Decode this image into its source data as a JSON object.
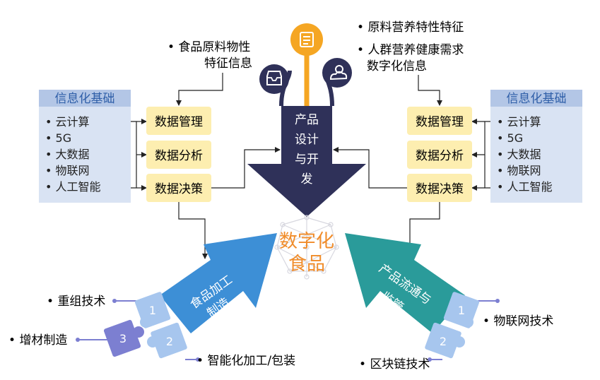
{
  "left_panel": {
    "title": "信息化基础",
    "items": [
      "云计算",
      "5G",
      "大数据",
      "物联网",
      "人工智能"
    ]
  },
  "right_panel": {
    "title": "信息化基础",
    "items": [
      "云计算",
      "5G",
      "大数据",
      "物联网",
      "人工智能"
    ]
  },
  "left_data_boxes": [
    "数据管理",
    "数据分析",
    "数据决策"
  ],
  "right_data_boxes": [
    "数据管理",
    "数据分析",
    "数据决策"
  ],
  "top_left_note": {
    "line1": "食品原料物性",
    "line2": "特征信息"
  },
  "top_right_notes": [
    {
      "line1": "原料营养特性特征",
      "line2": ""
    },
    {
      "line1": "人群营养健康需求",
      "line2": "数字化信息"
    }
  ],
  "center_arrow": {
    "lines": [
      "产品",
      "设计",
      "与开",
      "发"
    ]
  },
  "center_label": {
    "line1": "数字化",
    "line2": "食品"
  },
  "left_arrow": {
    "line1": "食品加工",
    "line2": "制造"
  },
  "right_arrow": {
    "line1": "产品流通与",
    "line2": "监管"
  },
  "left_puzzle": {
    "numbers": [
      "1",
      "2",
      "3"
    ],
    "labels": [
      "重组技术",
      "智能化加工/包装",
      "增材制造"
    ]
  },
  "right_puzzle": {
    "numbers": [
      "1",
      "2"
    ],
    "labels": [
      "物联网技术",
      "区块链技术"
    ]
  },
  "colors": {
    "panel_bg": "#d9e3f3",
    "panel_title_bg": "#b3c6e6",
    "panel_title_text": "#2e5ea8",
    "data_box_bg": "#fdeeb0",
    "center_arrow": "#2f3159",
    "left_arrow": "#3d8fd6",
    "right_arrow": "#2a9b9a",
    "center_label": "#f08c2a",
    "stem_orange": "#f5a623",
    "puzzle_blue": "#a7c6ee",
    "puzzle_purple": "#7c7fd1"
  }
}
